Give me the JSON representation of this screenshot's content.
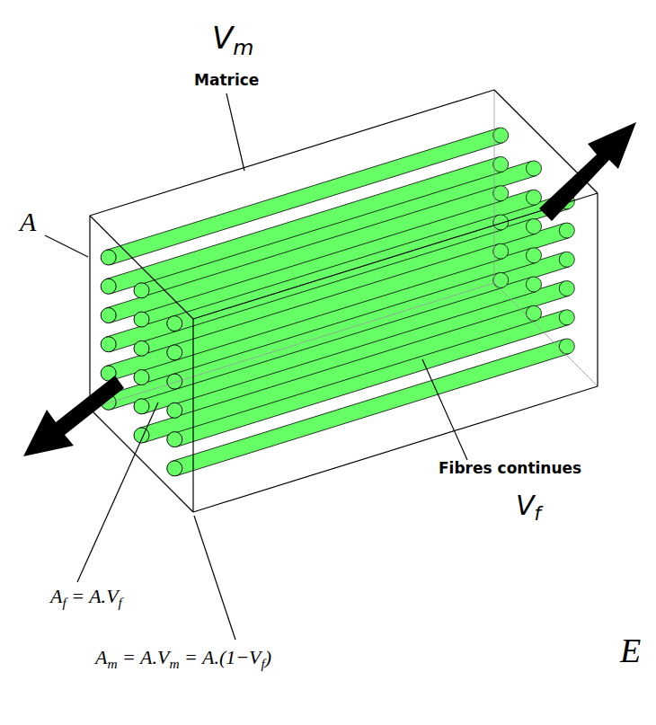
{
  "diagram": {
    "labels": [
      "Vm",
      "Matrice",
      "A",
      "Fibres continues",
      "Vf",
      "E",
      "Af = A.Vf",
      "Am = A.Vm = A.(1−Vf)"
    ]
  }
}
